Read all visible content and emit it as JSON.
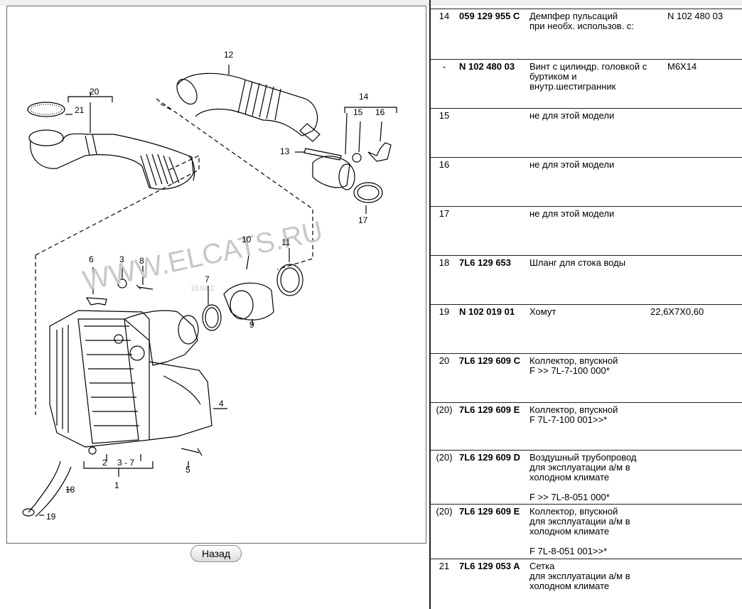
{
  "diagram": {
    "watermark": "WWW.ELCATS.RU",
    "watermark_date": "18.04.2",
    "callouts": [
      "1",
      "2",
      "3 - 7",
      "3",
      "4",
      "5",
      "6",
      "7",
      "8",
      "9",
      "10",
      "11",
      "12",
      "13",
      "14",
      "15",
      "16",
      "17",
      "18",
      "19",
      "20",
      "21"
    ]
  },
  "back_button": {
    "label": "Назад"
  },
  "parts": [
    {
      "pos": "14",
      "number": "059 129 955 C",
      "description": "Демпфер пульсаций\nпри необх. использов. с:",
      "extra": "N 102 480 03"
    },
    {
      "pos": "-",
      "number": "N 102 480 03",
      "description": "Винт с цилиндр. головкой с буртиком и\nвнутр.шестигранник",
      "extra": "M6X14"
    },
    {
      "pos": "15",
      "number": "",
      "description": "не для этой модели",
      "extra": ""
    },
    {
      "pos": "16",
      "number": "",
      "description": "не для этой модели",
      "extra": ""
    },
    {
      "pos": "17",
      "number": "",
      "description": "не для этой модели",
      "extra": ""
    },
    {
      "pos": "18",
      "number": "7L6 129 653",
      "description": "Шланг для стока воды",
      "extra": ""
    },
    {
      "pos": "19",
      "number": "N 102 019 01",
      "description": "Хомут",
      "extra": "22,6X7X0,60"
    },
    {
      "pos": "20",
      "number": "7L6 129 609 C",
      "description": "Коллектор, впускной\nF >> 7L-7-100 000*",
      "extra": ""
    },
    {
      "pos": "(20)",
      "number": "7L6 129 609 E",
      "description": "Коллектор, впускной\nF 7L-7-100 001>>*",
      "extra": ""
    },
    {
      "pos": "(20)",
      "number": "7L6 129 609 D",
      "description": "Воздушный трубопровод\nдля эксплуатации а/м в\nхолодном климате\n\nF >> 7L-8-051 000*",
      "extra": ""
    },
    {
      "pos": "(20)",
      "number": "7L6 129 609 E",
      "description": "Коллектор, впускной\nдля эксплуатации а/м в\nхолодном климате\n\nF 7L-8-051 001>>*",
      "extra": ""
    },
    {
      "pos": "21",
      "number": "7L6 129 053 A",
      "description": "Сетка\nдля эксплуатации а/м в\nхолодном климате",
      "extra": ""
    }
  ]
}
